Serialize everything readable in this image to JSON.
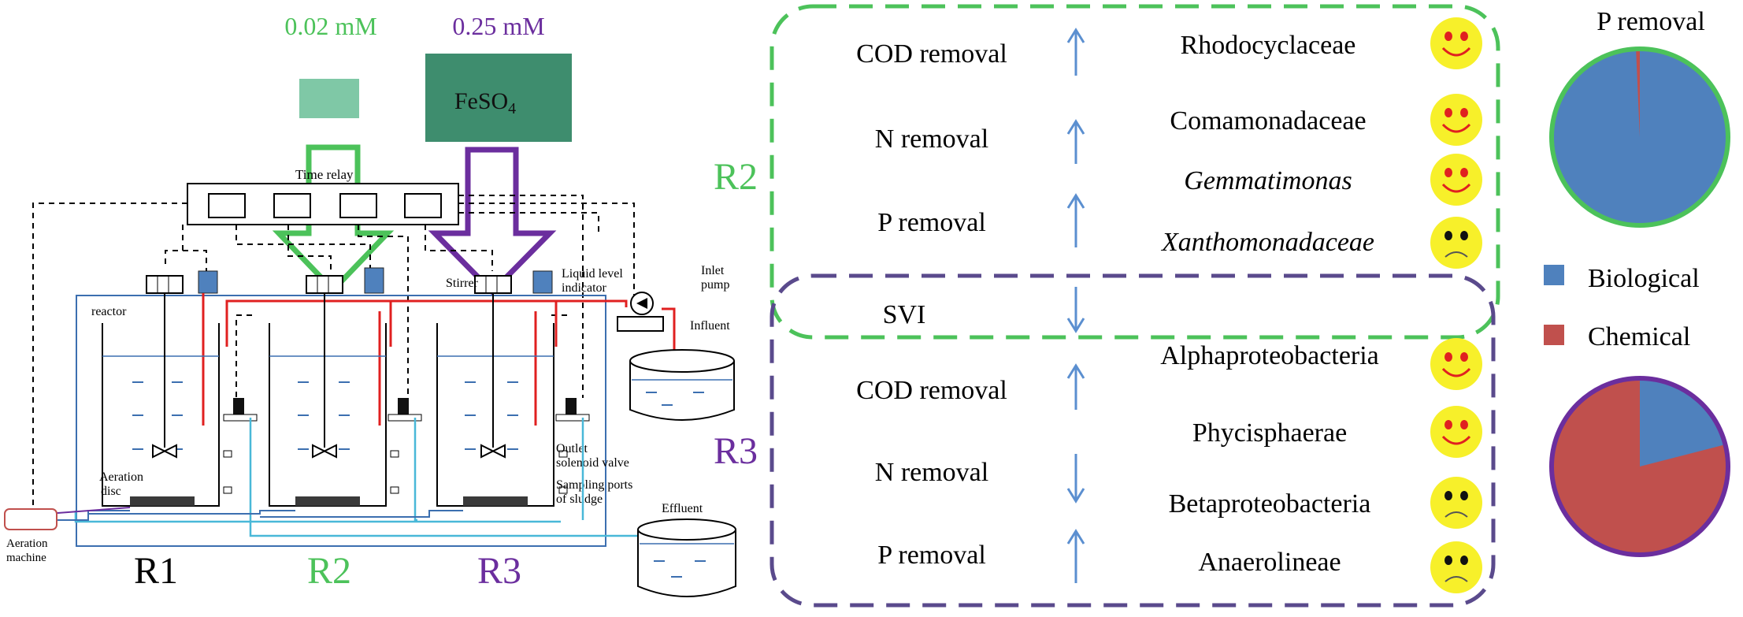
{
  "colors": {
    "r2": "#4cc25a",
    "r3": "#6b2e9e",
    "r3_border": "#5a4a8c",
    "arrow": "#5b8fd0",
    "pie_bio": "#4f81bd",
    "pie_chem": "#c0504d",
    "red_pipe": "#e02020",
    "cyan_pipe": "#49b8d8",
    "smiley": "#f7f02a"
  },
  "dosing": {
    "r2_conc": "0.02 mM",
    "r3_conc": "0.25 mM",
    "chemical": "FeSO",
    "chemical_sub": "4"
  },
  "apparatus": {
    "time_relay": "Time relay",
    "stirrer": "Stirrer",
    "liquid_level": [
      "Liquid level",
      "indicator"
    ],
    "inlet_pump": [
      "Inlet",
      "pump"
    ],
    "influent": "Influent",
    "reactor": "reactor",
    "aeration_disc": [
      "Aeration",
      "disc"
    ],
    "outlet_valve": [
      "Outlet",
      "solenoid valve"
    ],
    "sampling_ports": [
      "Sampling ports",
      "of sludge"
    ],
    "effluent": "Effluent",
    "aeration_machine": [
      "Aeration",
      "machine"
    ],
    "reactor_labels": [
      "R1",
      "R2",
      "R3"
    ]
  },
  "groups": {
    "r2_label": "R2",
    "r3_label": "R3"
  },
  "r2_rows": [
    {
      "param": "COD removal",
      "dir": "up",
      "taxon": "Rhodocyclaceae",
      "italic": false,
      "mood": "happy"
    },
    {
      "param": "N removal",
      "dir": "up",
      "taxon": "Comamonadaceae",
      "italic": false,
      "mood": "happy"
    },
    {
      "param": "",
      "dir": "",
      "taxon": "Gemmatimonas",
      "italic": true,
      "mood": "happy"
    },
    {
      "param": "P removal",
      "dir": "up",
      "taxon": "Xanthomonadaceae",
      "italic": true,
      "mood": "sad"
    }
  ],
  "svi": {
    "param": "SVI",
    "dir": "down"
  },
  "r3_rows": [
    {
      "param": "",
      "dir": "",
      "taxon": "Alphaproteobacteria",
      "italic": false,
      "mood": "happy"
    },
    {
      "param": "COD removal",
      "dir": "up",
      "taxon": "",
      "italic": false,
      "mood": ""
    },
    {
      "param": "",
      "dir": "",
      "taxon": "Phycisphaerae",
      "italic": false,
      "mood": "happy"
    },
    {
      "param": "N removal",
      "dir": "down",
      "taxon": "Betaproteobacteria",
      "italic": false,
      "mood": "sad"
    },
    {
      "param": "P removal",
      "dir": "up",
      "taxon": "Anaerolineae",
      "italic": false,
      "mood": "sad"
    }
  ],
  "pies": {
    "title": "P removal",
    "legend": [
      "Biological",
      "Chemical"
    ],
    "r2_chemical_fraction": 0.007,
    "r3_chemical_fraction": 0.79
  }
}
